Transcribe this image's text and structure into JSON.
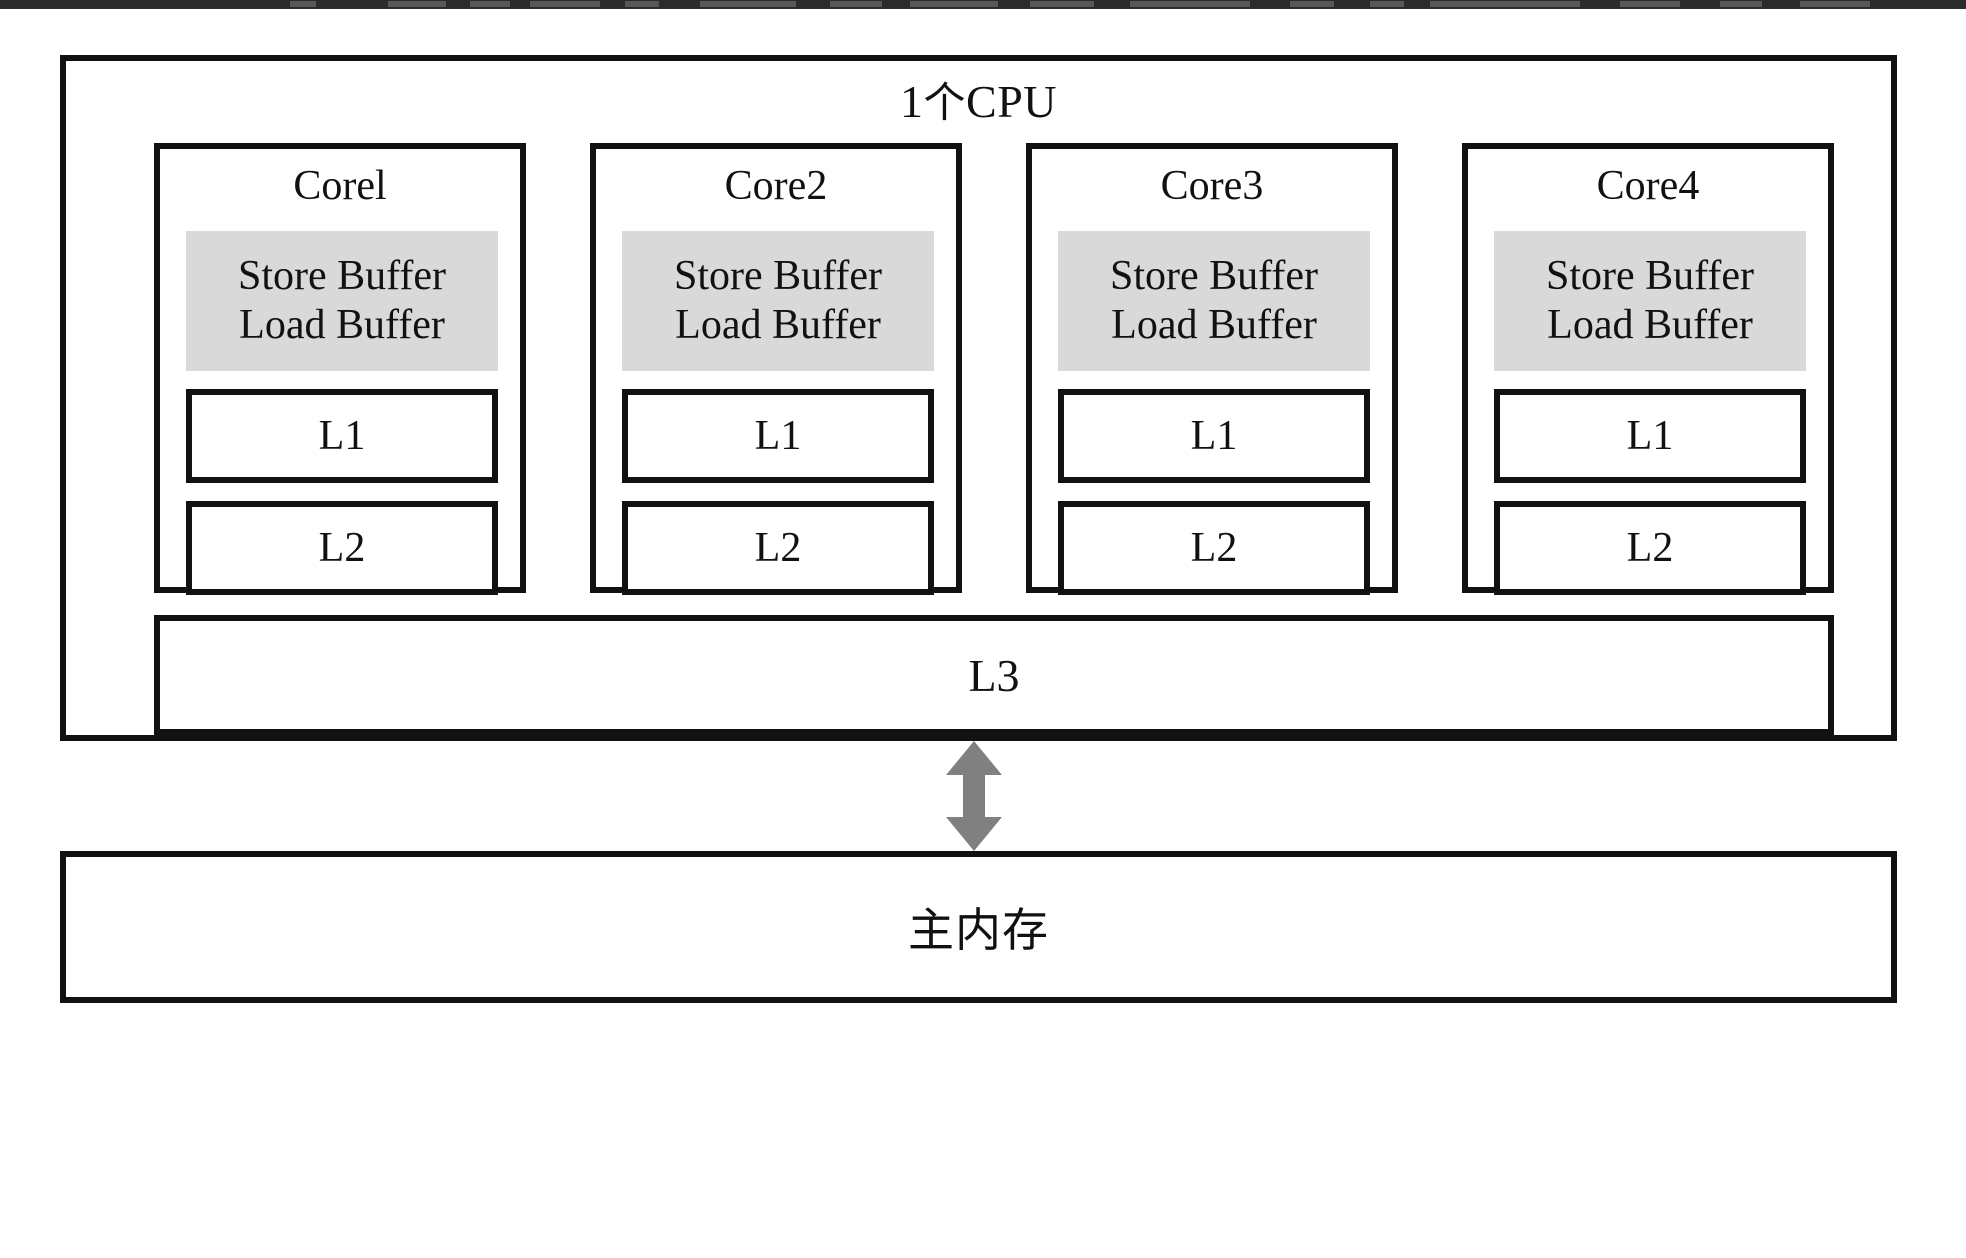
{
  "diagram": {
    "title": "1个CPU",
    "title_prefix": "1",
    "title_cjk": "个",
    "title_suffix": "CPU",
    "cores": [
      {
        "name": "Corel",
        "store_buffer": "Store Buffer",
        "load_buffer": "Load Buffer",
        "l1": "L1",
        "l2": "L2"
      },
      {
        "name": "Core2",
        "store_buffer": "Store Buffer",
        "load_buffer": "Load Buffer",
        "l1": "L1",
        "l2": "L2"
      },
      {
        "name": "Core3",
        "store_buffer": "Store Buffer",
        "load_buffer": "Load Buffer",
        "l1": "L1",
        "l2": "L2"
      },
      {
        "name": "Core4",
        "store_buffer": "Store Buffer",
        "load_buffer": "Load Buffer",
        "l1": "L1",
        "l2": "L2"
      }
    ],
    "shared_cache": "L3",
    "main_memory": "主内存",
    "arrow": {
      "name": "bidirectional-vertical-arrow",
      "direction": "both"
    }
  },
  "colors": {
    "line": "#111111",
    "buffer_fill": "#d9d9d9",
    "arrow_fill": "#808080",
    "background": "#ffffff",
    "chrome_strip": "#2b2b2b"
  }
}
